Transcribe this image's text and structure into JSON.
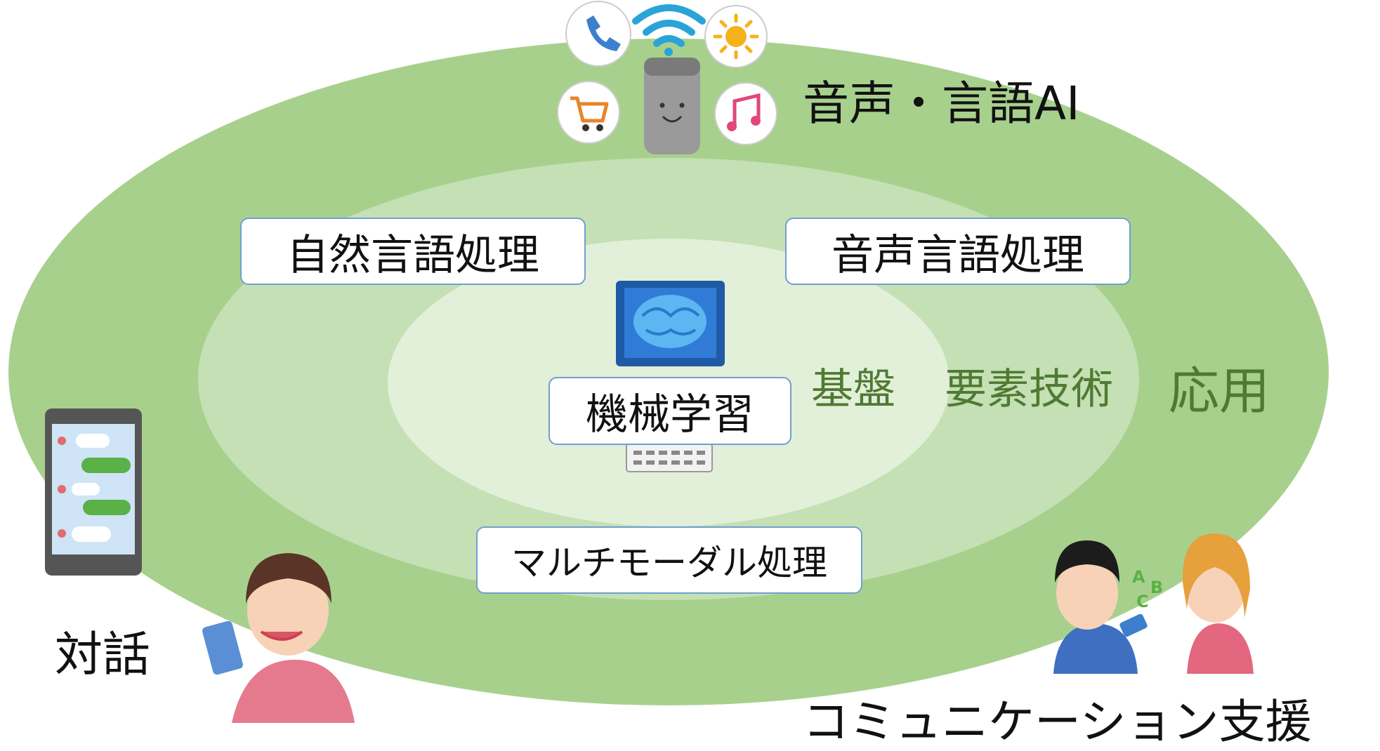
{
  "title": "音声・言語AI",
  "rings": {
    "core": "基盤",
    "element": "要素技術",
    "application": "応用"
  },
  "boxes": {
    "nlp": "自然言語処理",
    "speech": "音声言語処理",
    "ml": "機械学習",
    "multimodal": "マルチモーダル処理"
  },
  "applications": {
    "dialogue": "対話",
    "communication": "コミュニケーション支援"
  },
  "colors": {
    "outer_ring": "#a8d08d",
    "middle_ring": "#c5e0b4",
    "inner_ring": "#e2efd9",
    "box_border": "#6f9fcf",
    "ring_label": "#4f7a33"
  }
}
